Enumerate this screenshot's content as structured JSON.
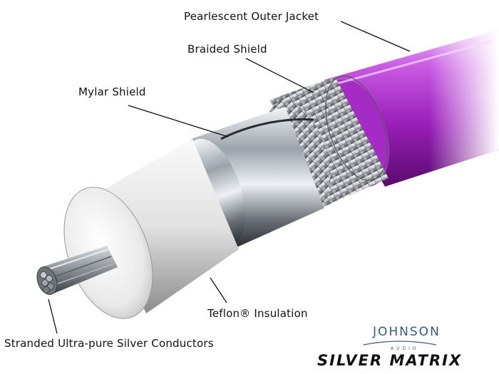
{
  "labels": {
    "outer_jacket": "Pearlescent Outer Jacket",
    "braided_shield": "Braided Shield",
    "mylar_shield": "Mylar Shield",
    "insulation": "Teflon® Insulation",
    "conductors": "Stranded Ultra-pure Silver Conductors"
  },
  "brand": {
    "maker": "JOHNSON",
    "maker_sub": "AUDIO",
    "product": "SILVER MATRIX"
  },
  "colors": {
    "jacket": "#b23bd0",
    "braid": "#9a9ea4",
    "mylar": "#c9ced4",
    "teflon": "#e6e6e6",
    "conductor": "#8c9096"
  }
}
